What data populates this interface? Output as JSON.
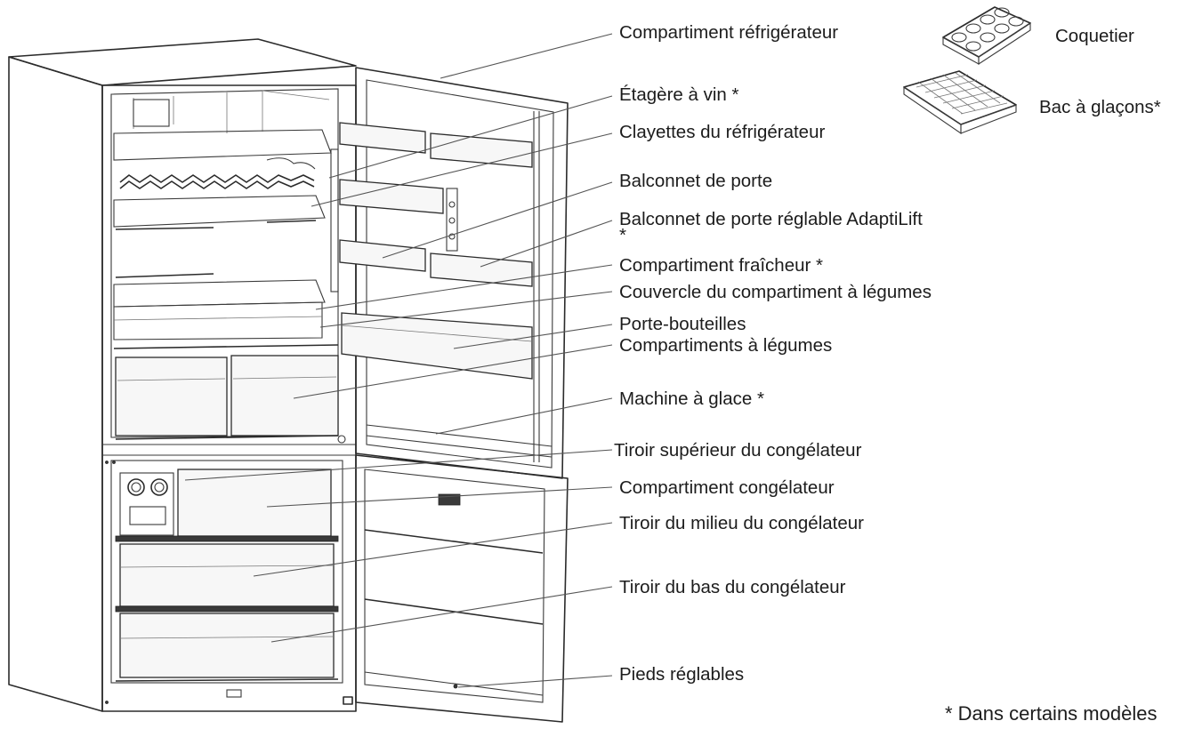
{
  "labels": {
    "compartiment_refrigerateur": "Compartiment réfrigérateur",
    "etagere_a_vin": "Étagère à vin *",
    "clayettes": "Clayettes du réfrigérateur",
    "balconnet_porte": "Balconnet de porte",
    "balconnet_adaptilift": "Balconnet de porte réglable AdaptiLift",
    "balconnet_adaptilift_star": "*",
    "compartiment_fraicheur": "Compartiment fraîcheur *",
    "couvercle_legumes": "Couvercle du compartiment à légumes",
    "porte_bouteilles": "Porte-bouteilles",
    "compartiments_legumes": "Compartiments à légumes",
    "machine_glace": "Machine à glace *",
    "tiroir_superieur": "Tiroir supérieur du congélateur",
    "compartiment_congelateur": "Compartiment congélateur",
    "tiroir_milieu": "Tiroir du milieu du congélateur",
    "tiroir_bas": "Tiroir du bas du congélateur",
    "pieds_reglables": "Pieds réglables"
  },
  "accessories": {
    "coquetier": "Coquetier",
    "bac_glacons": "Bac à glaçons*"
  },
  "footnote": "* Dans certains modèles"
}
